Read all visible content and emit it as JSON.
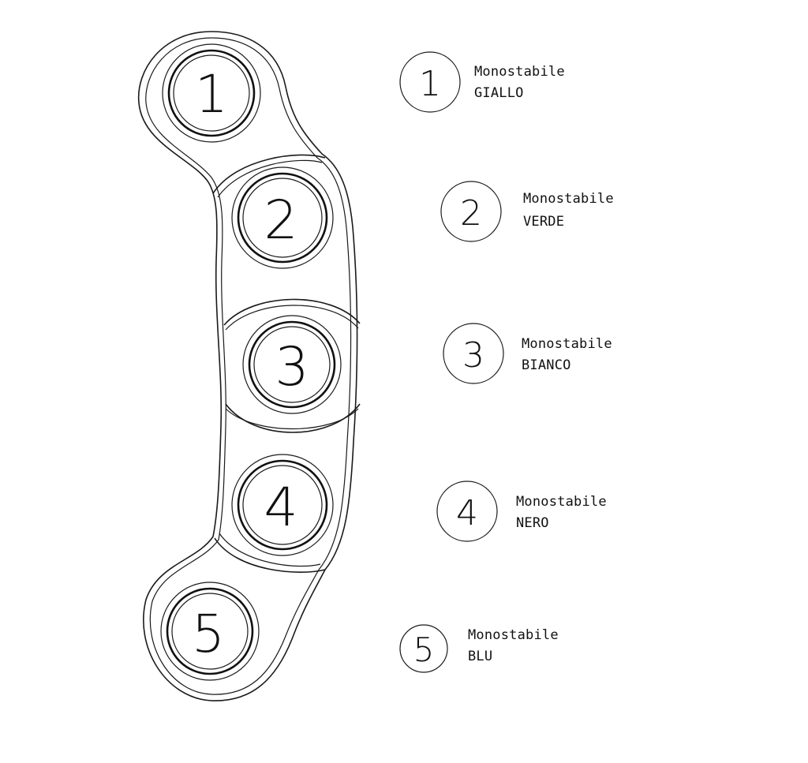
{
  "buttons": [
    {
      "number": "1",
      "type": "Monostabile",
      "color": "GIALLO"
    },
    {
      "number": "2",
      "type": "Monostabile",
      "color": "VERDE"
    },
    {
      "number": "3",
      "type": "Monostabile",
      "color": "BIANCO"
    },
    {
      "number": "4",
      "type": "Monostabile",
      "color": "NERO"
    },
    {
      "number": "5",
      "type": "Monostabile",
      "color": "BLU"
    }
  ]
}
